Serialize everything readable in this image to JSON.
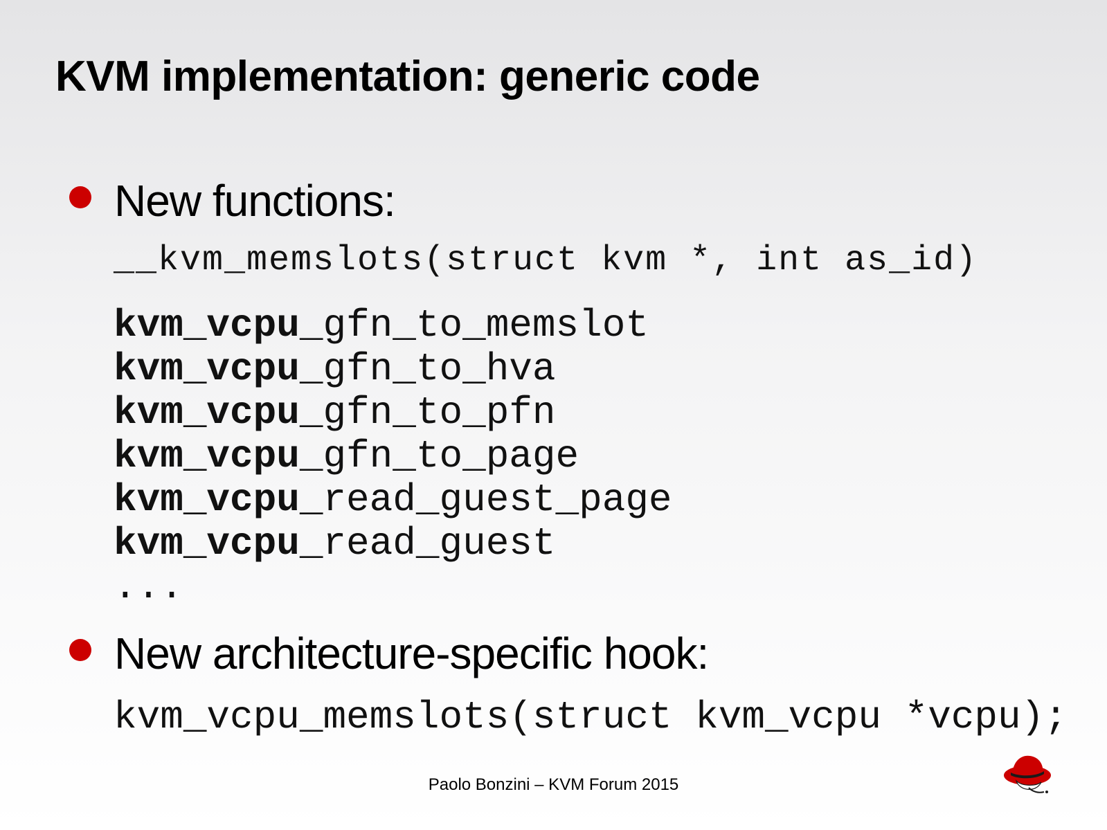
{
  "slide": {
    "title": "KVM implementation: generic code",
    "bullet1": {
      "text": "New functions:",
      "code_line_signature": "__kvm_memslots(struct kvm *, int as_id)",
      "functions": [
        {
          "prefix": "kvm_vcpu_",
          "suffix": "gfn_to_memslot"
        },
        {
          "prefix": "kvm_vcpu_",
          "suffix": "gfn_to_hva"
        },
        {
          "prefix": "kvm_vcpu_",
          "suffix": "gfn_to_pfn"
        },
        {
          "prefix": "kvm_vcpu_",
          "suffix": "gfn_to_page"
        },
        {
          "prefix": "kvm_vcpu_",
          "suffix": "read_guest_page"
        },
        {
          "prefix": "kvm_vcpu_",
          "suffix": "read_guest"
        }
      ],
      "ellipsis": "..."
    },
    "bullet2": {
      "text": "New architecture-specific hook:",
      "code_line": "kvm_vcpu_memslots(struct kvm_vcpu *vcpu);"
    },
    "footer": "Paolo Bonzini – KVM Forum 2015",
    "logo_icon": "red-hat-logo-icon",
    "colors": {
      "bullet": "#cc0000",
      "logo_red": "#cc0000"
    }
  }
}
